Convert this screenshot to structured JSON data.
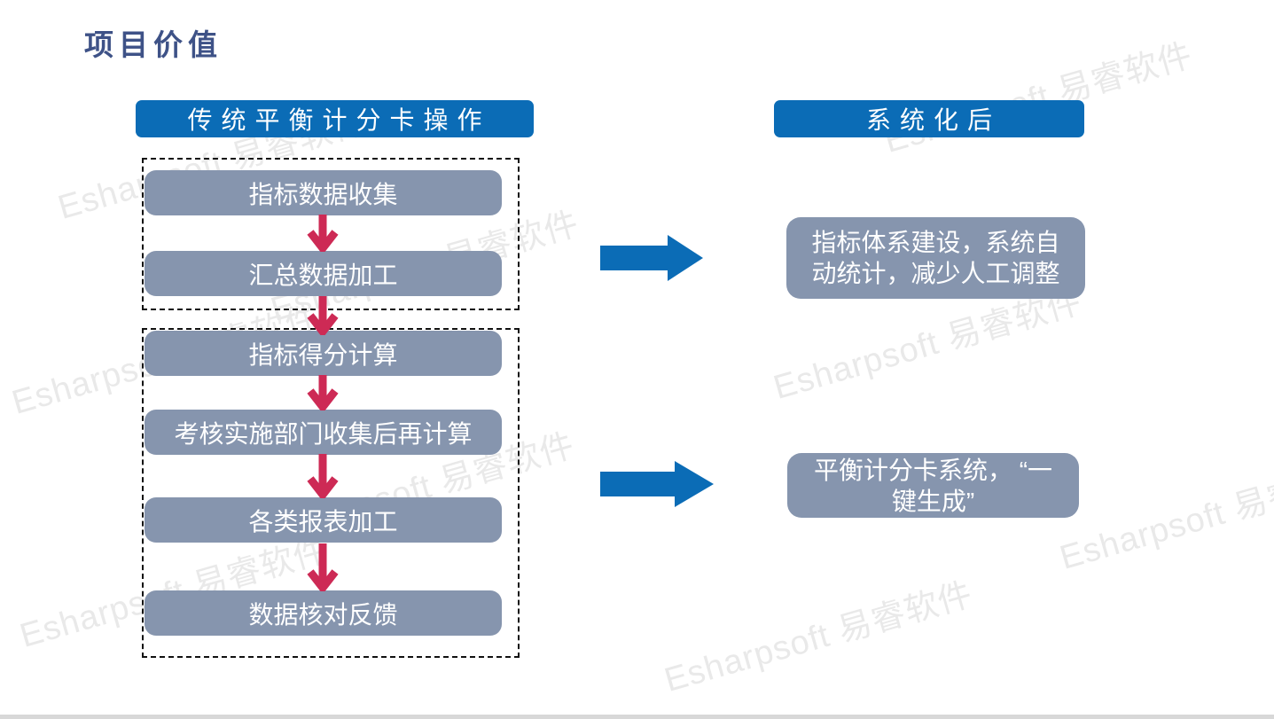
{
  "slide": {
    "title": "项目价值",
    "watermark_text": "Esharpsoft 易睿软件",
    "colors": {
      "title_text": "#3e5287",
      "header_bg": "#0b6cb6",
      "step_box_bg": "#8695ae",
      "red_arrow": "#cd2a55",
      "blue_arrow": "#0b6cb6",
      "watermark": "#e9e9e9",
      "bottom_bar": "#d8d8d8",
      "dashed_border": "#111111"
    },
    "left_column": {
      "header": "传统平衡计分卡操作",
      "groups": [
        {
          "steps": [
            "指标数据收集",
            "汇总数据加工"
          ]
        },
        {
          "steps": [
            "指标得分计算",
            "考核实施部门收集后再计算",
            "各类报表加工",
            "数据核对反馈"
          ]
        }
      ]
    },
    "right_column": {
      "header": "系统化后",
      "results": [
        "指标体系建设，系统自动统计，减少人工调整",
        "平衡计分卡系统， “一键生成”"
      ]
    }
  }
}
